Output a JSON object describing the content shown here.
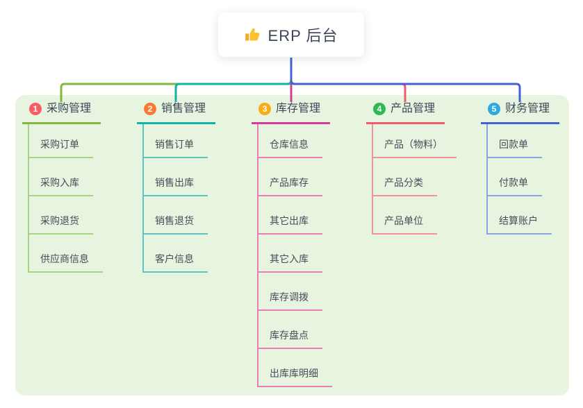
{
  "root": {
    "label": "ERP 后台",
    "icon": "thumbs-up-icon"
  },
  "panel": {
    "background": "#E7F5E0"
  },
  "branches": [
    {
      "index": "1",
      "label": "采购管理",
      "badge_color": "#F85D66",
      "line_color": "#7EB93E",
      "child_line_color": "#A8D284",
      "children": [
        "采购订单",
        "采购入库",
        "采购退货",
        "供应商信息"
      ]
    },
    {
      "index": "2",
      "label": "销售管理",
      "badge_color": "#F77B30",
      "line_color": "#12B2A4",
      "child_line_color": "#5CC6BE",
      "children": [
        "销售订单",
        "销售出库",
        "销售退货",
        "客户信息"
      ]
    },
    {
      "index": "3",
      "label": "库存管理",
      "badge_color": "#F9AC18",
      "line_color": "#D33D98",
      "child_line_color": "#EB7DB8",
      "children": [
        "仓库信息",
        "产品库存",
        "其它出库",
        "其它入库",
        "库存调拨",
        "库存盘点",
        "出库库明细"
      ]
    },
    {
      "index": "4",
      "label": "产品管理",
      "badge_color": "#2FB953",
      "line_color": "#F15A6C",
      "child_line_color": "#F58F99",
      "children": [
        "产品（物料）",
        "产品分类",
        "产品单位"
      ]
    },
    {
      "index": "5",
      "label": "财务管理",
      "badge_color": "#2CA9DE",
      "line_color": "#4361D2",
      "child_line_color": "#8BA2E8",
      "children": [
        "回款单",
        "付款单",
        "结算账户"
      ]
    }
  ],
  "icon_colors": {
    "thumb_main": "#FBC02D",
    "thumb_cuff": "#F9A825"
  }
}
